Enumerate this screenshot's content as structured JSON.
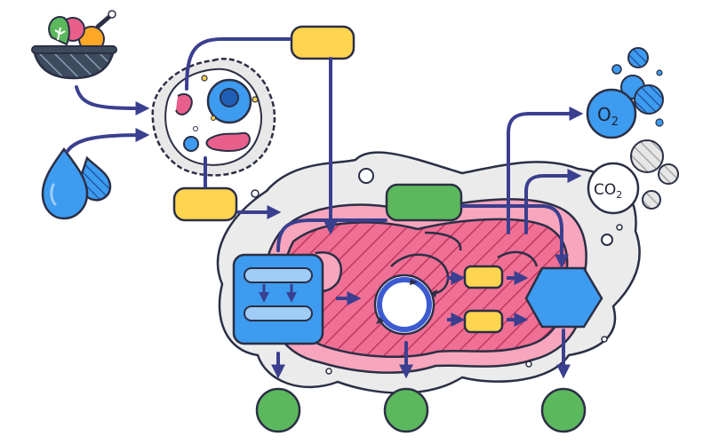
{
  "diagram": {
    "title": "",
    "molecules": {
      "oxygen": {
        "formula_base": "O",
        "formula_sub": "2",
        "color": "#3d9bf0"
      },
      "carbon_dioxide": {
        "formula_base": "CO",
        "formula_sub": "2",
        "color": "#ffffff"
      }
    },
    "inputs": [
      "food-bowl",
      "water-drops"
    ],
    "outputs": [
      "green-circle-1",
      "green-circle-2",
      "green-circle-3"
    ],
    "colors": {
      "outline": "#2b2f45",
      "arrow": "#3a3f8f",
      "yellow_box": "#ffd54f",
      "green_box": "#5cb85c",
      "blue_box": "#3d9bf0",
      "matrix_pink": "#ef6f95",
      "membrane_pink": "#f7a6bd",
      "cytoplasm": "#ebebeb"
    }
  }
}
